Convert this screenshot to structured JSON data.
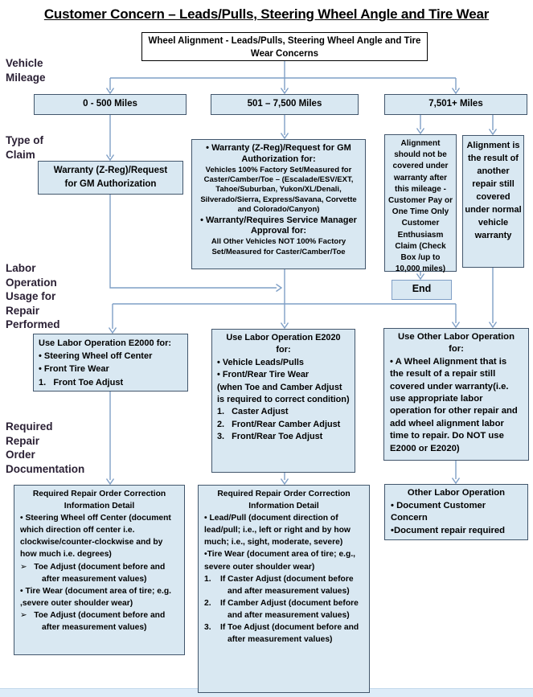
{
  "title": "Customer Concern – Leads/Pulls, Steering Wheel Angle and Tire Wear",
  "root_box": {
    "text": "Wheel Alignment - Leads/Pulls, Steering Wheel Angle and Tire\nWear Concerns"
  },
  "side_labels": {
    "vehicle_mileage": "Vehicle\nMileage",
    "type_of_claim": "Type of\nClaim",
    "labor_operation": "Labor\nOperation\nUsage for\nRepair\nPerformed",
    "required_repair": "Required\nRepair\nOrder\nDocumentation"
  },
  "mileage": {
    "m1": "0 - 500 Miles",
    "m2": "501 – 7,500 Miles",
    "m3": "7,501+ Miles"
  },
  "claims": {
    "c1": "Warranty (Z-Reg)/Request\nfor GM  Authorization",
    "c2": {
      "bullet1_header": "• Warranty (Z-Reg)/Request for GM\nAuthorization for:",
      "bullet1_body": "Vehicles 100% Factory Set/Measured for Caster/Camber/Toe – (Escalade/ESV/EXT, Tahoe/Suburban, Yukon/XL/Denali, Silverado/Sierra, Express/Savana,  Corvette and Colorado/Canyon)",
      "bullet2_header": "• Warranty/Requires Service Manager\nApproval for:",
      "bullet2_body": "All Other Vehicles NOT 100% Factory Set/Measured for Caster/Camber/Toe"
    },
    "c3a": "Alignment should not be covered under warranty after this mileage - Customer Pay or  One Time Only Customer Enthusiasm Claim (Check Box /up to 10,000 miles)",
    "c3b": "Alignment is the result of another repair still covered under normal vehicle warranty",
    "end_label": "End"
  },
  "labor": {
    "l1": {
      "header": "Use Labor Operation E2000 for:",
      "items": [
        "• Steering Wheel off Center",
        "• Front Tire Wear",
        "1.   Front Toe Adjust"
      ]
    },
    "l2": {
      "header": "Use Labor Operation E2020\nfor:",
      "items": [
        "• Vehicle Leads/Pulls",
        "• Front/Rear Tire Wear",
        "(when Toe and Camber Adjust is required to correct condition)",
        "1.   Caster Adjust",
        "2.   Front/Rear Camber Adjust",
        "3.   Front/Rear Toe Adjust"
      ]
    },
    "l3": {
      "header": "Use Other Labor Operation\nfor:",
      "body": "• A Wheel Alignment that is the result of a repair still covered under warranty(i.e. use appropriate labor operation for other repair and add wheel alignment labor time to repair. Do NOT use E2000 or E2020)"
    }
  },
  "docs": {
    "d1": {
      "header": "Required Repair Order Correction\nInformation Detail",
      "items": [
        "•  Steering Wheel off Center (document which direction off center i.e. clockwise/counter-clockwise and by how much i.e. degrees)",
        "➢   Toe Adjust (document before and after measurement values)",
        "• Tire Wear (document area of tire; e.g. ,severe outer shoulder wear)",
        "➢   Toe Adjust (document before and after measurement values)"
      ]
    },
    "d2": {
      "header": "Required Repair Order Correction\nInformation Detail",
      "items": [
        "•  Lead/Pull (document direction of lead/pull; i.e., left or right and by how much; i.e., sight, moderate, severe)",
        "•Tire Wear (document area of tire; e.g., severe outer shoulder wear)",
        "1.    If Caster Adjust (document before and after measurement values)",
        "2.    If Camber Adjust (document before and after measurement values)",
        "3.    If Toe Adjust (document before and after measurement values)"
      ]
    },
    "d3": {
      "header": "Other Labor Operation",
      "items": [
        "• Document Customer\nConcern",
        "•Document repair required"
      ]
    }
  },
  "colors": {
    "box_fill": "#d9e8f2",
    "box_border": "#42566c",
    "connector": "#7f9fc6",
    "root_border": "#000000"
  }
}
